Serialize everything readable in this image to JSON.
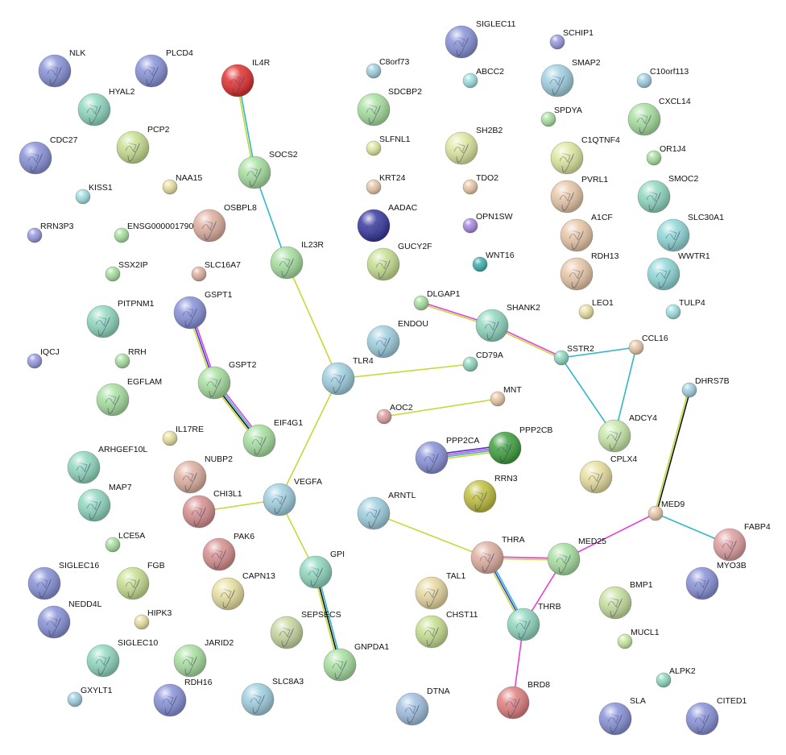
{
  "network": {
    "colors": {
      "neighborhood": "#4a4a4a",
      "experiment": "#e040e0",
      "database": "#30b8c8",
      "textmining": "#c8d838",
      "coexpression": "#111111",
      "homology": "#7b7bd8",
      "blue_evidence": "#3a3ad0"
    },
    "nodes": [
      {
        "id": "NLK",
        "label": "NLK",
        "color": "#8892d8",
        "size": "l"
      },
      {
        "id": "PLCD4",
        "label": "PLCD4",
        "color": "#8892d8",
        "size": "l"
      },
      {
        "id": "IL4R",
        "label": "IL4R",
        "color": "#e03030",
        "size": "l"
      },
      {
        "id": "HYAL2",
        "label": "HYAL2",
        "color": "#90d8c0",
        "size": "l"
      },
      {
        "id": "CDC27",
        "label": "CDC27",
        "color": "#8892d8",
        "size": "l"
      },
      {
        "id": "PCP2",
        "label": "PCP2",
        "color": "#c8e090",
        "size": "l"
      },
      {
        "id": "NAA15",
        "label": "NAA15",
        "color": "#e8e0a0",
        "size": "s"
      },
      {
        "id": "KISS1",
        "label": "KISS1",
        "color": "#a0e0e0",
        "size": "s"
      },
      {
        "id": "SOCS2",
        "label": "SOCS2",
        "color": "#a8e0a0",
        "size": "l"
      },
      {
        "id": "RRN3P3",
        "label": "RRN3P3",
        "color": "#9898e0",
        "size": "s"
      },
      {
        "id": "ENSG00000179038",
        "label": "ENSG00000179038",
        "color": "#a8e0a0",
        "size": "s"
      },
      {
        "id": "OSBPL8",
        "label": "OSBPL8",
        "color": "#e0b0a0",
        "size": "l"
      },
      {
        "id": "IL23R",
        "label": "IL23R",
        "color": "#a8e0a0",
        "size": "l"
      },
      {
        "id": "SSX2IP",
        "label": "SSX2IP",
        "color": "#a8e0a0",
        "size": "s"
      },
      {
        "id": "SLC16A7",
        "label": "SLC16A7",
        "color": "#e0b0a0",
        "size": "s"
      },
      {
        "id": "GSPT1",
        "label": "GSPT1",
        "color": "#8892d8",
        "size": "l"
      },
      {
        "id": "PITPNM1",
        "label": "PITPNM1",
        "color": "#90d8c0",
        "size": "l"
      },
      {
        "id": "RRH",
        "label": "RRH",
        "color": "#a8e0a0",
        "size": "s"
      },
      {
        "id": "IQCJ",
        "label": "IQCJ",
        "color": "#9898e0",
        "size": "s"
      },
      {
        "id": "GSPT2",
        "label": "GSPT2",
        "color": "#a8e0a0",
        "size": "l"
      },
      {
        "id": "EGFLAM",
        "label": "EGFLAM",
        "color": "#a8e0a0",
        "size": "l"
      },
      {
        "id": "EIF4G1",
        "label": "EIF4G1",
        "color": "#a8e0a0",
        "size": "l"
      },
      {
        "id": "IL17RE",
        "label": "IL17RE",
        "color": "#e8e0a0",
        "size": "s"
      },
      {
        "id": "ARHGEF10L",
        "label": "ARHGEF10L",
        "color": "#90d8c0",
        "size": "l"
      },
      {
        "id": "NUBP2",
        "label": "NUBP2",
        "color": "#e0b0a0",
        "size": "l"
      },
      {
        "id": "MAP7",
        "label": "MAP7",
        "color": "#90d8c0",
        "size": "l"
      },
      {
        "id": "CHI3L1",
        "label": "CHI3L1",
        "color": "#d89090",
        "size": "l"
      },
      {
        "id": "VEGFA",
        "label": "VEGFA",
        "color": "#a0d0e0",
        "size": "l"
      },
      {
        "id": "LCE5A",
        "label": "LCE5A",
        "color": "#a8e0a0",
        "size": "s"
      },
      {
        "id": "PAK6",
        "label": "PAK6",
        "color": "#d89090",
        "size": "l"
      },
      {
        "id": "SIGLEC16",
        "label": "SIGLEC16",
        "color": "#8892d8",
        "size": "l"
      },
      {
        "id": "FGB",
        "label": "FGB",
        "color": "#c8e090",
        "size": "l"
      },
      {
        "id": "CAPN13",
        "label": "CAPN13",
        "color": "#e8e0a0",
        "size": "l"
      },
      {
        "id": "GPI",
        "label": "GPI",
        "color": "#90d8c0",
        "size": "l"
      },
      {
        "id": "NEDD4L",
        "label": "NEDD4L",
        "color": "#8892d8",
        "size": "l"
      },
      {
        "id": "HIPK3",
        "label": "HIPK3",
        "color": "#e8e0a0",
        "size": "s"
      },
      {
        "id": "SEPSECS",
        "label": "SEPSECS",
        "color": "#c8d8a0",
        "size": "l"
      },
      {
        "id": "SIGLEC10",
        "label": "SIGLEC10",
        "color": "#90d8c0",
        "size": "l"
      },
      {
        "id": "JARID2",
        "label": "JARID2",
        "color": "#a8e0a0",
        "size": "l"
      },
      {
        "id": "GNPDA1",
        "label": "GNPDA1",
        "color": "#a8e0a0",
        "size": "l"
      },
      {
        "id": "GXYLT1",
        "label": "GXYLT1",
        "color": "#a0d0e0",
        "size": "s"
      },
      {
        "id": "RDH16",
        "label": "RDH16",
        "color": "#8892d8",
        "size": "l"
      },
      {
        "id": "SLC8A3",
        "label": "SLC8A3",
        "color": "#a0d0e0",
        "size": "l"
      },
      {
        "id": "SIGLEC11",
        "label": "SIGLEC11",
        "color": "#8892d8",
        "size": "l"
      },
      {
        "id": "SCHIP1",
        "label": "SCHIP1",
        "color": "#9898e0",
        "size": "s"
      },
      {
        "id": "C8orf73",
        "label": "C8orf73",
        "color": "#a0d0e0",
        "size": "s"
      },
      {
        "id": "ABCC2",
        "label": "ABCC2",
        "color": "#a0e0e0",
        "size": "s"
      },
      {
        "id": "SMAP2",
        "label": "SMAP2",
        "color": "#a0d0e0",
        "size": "l"
      },
      {
        "id": "C10orf113",
        "label": "C10orf113",
        "color": "#a0d0e0",
        "size": "s"
      },
      {
        "id": "SDCBP2",
        "label": "SDCBP2",
        "color": "#a8e0a0",
        "size": "l"
      },
      {
        "id": "SPDYA",
        "label": "SPDYA",
        "color": "#a8e0a0",
        "size": "s"
      },
      {
        "id": "CXCL14",
        "label": "CXCL14",
        "color": "#a8e0a0",
        "size": "l"
      },
      {
        "id": "SLFNL1",
        "label": "SLFNL1",
        "color": "#e0e8a0",
        "size": "s"
      },
      {
        "id": "SH2B2",
        "label": "SH2B2",
        "color": "#e0e8a0",
        "size": "l"
      },
      {
        "id": "C1QTNF4",
        "label": "C1QTNF4",
        "color": "#e0e8a0",
        "size": "l"
      },
      {
        "id": "OR1J4",
        "label": "OR1J4",
        "color": "#a8e0a0",
        "size": "s"
      },
      {
        "id": "KRT24",
        "label": "KRT24",
        "color": "#e8c8a8",
        "size": "s"
      },
      {
        "id": "TDO2",
        "label": "TDO2",
        "color": "#e8c8a8",
        "size": "s"
      },
      {
        "id": "PVRL1",
        "label": "PVRL1",
        "color": "#e8c8a8",
        "size": "l"
      },
      {
        "id": "SMOC2",
        "label": "SMOC2",
        "color": "#90d8c0",
        "size": "l"
      },
      {
        "id": "AADAC",
        "label": "AADAC",
        "color": "#3838a0",
        "size": "l"
      },
      {
        "id": "OPN1SW",
        "label": "OPN1SW",
        "color": "#a888e0",
        "size": "s"
      },
      {
        "id": "A1CF",
        "label": "A1CF",
        "color": "#e8c8a8",
        "size": "l"
      },
      {
        "id": "SLC30A1",
        "label": "SLC30A1",
        "color": "#90d8d8",
        "size": "l"
      },
      {
        "id": "GUCY2F",
        "label": "GUCY2F",
        "color": "#c8e090",
        "size": "l"
      },
      {
        "id": "WNT16",
        "label": "WNT16",
        "color": "#40b0b0",
        "size": "s"
      },
      {
        "id": "RDH13",
        "label": "RDH13",
        "color": "#e8c8a8",
        "size": "l"
      },
      {
        "id": "WWTR1",
        "label": "WWTR1",
        "color": "#90d8d8",
        "size": "l"
      },
      {
        "id": "DLGAP1",
        "label": "DLGAP1",
        "color": "#a8e0a0",
        "size": "s"
      },
      {
        "id": "SHANK2",
        "label": "SHANK2",
        "color": "#90d8c0",
        "size": "l"
      },
      {
        "id": "LEO1",
        "label": "LEO1",
        "color": "#e8e0a0",
        "size": "s"
      },
      {
        "id": "TULP4",
        "label": "TULP4",
        "color": "#a0e0e0",
        "size": "s"
      },
      {
        "id": "ENDOU",
        "label": "ENDOU",
        "color": "#a0d0e0",
        "size": "l"
      },
      {
        "id": "SSTR2",
        "label": "SSTR2",
        "color": "#90d8c0",
        "size": "s"
      },
      {
        "id": "CCL16",
        "label": "CCL16",
        "color": "#e8c8a8",
        "size": "s"
      },
      {
        "id": "TLR4",
        "label": "TLR4",
        "color": "#a0d0e0",
        "size": "l"
      },
      {
        "id": "CD79A",
        "label": "CD79A",
        "color": "#90d8c0",
        "size": "s"
      },
      {
        "id": "DHRS7B",
        "label": "DHRS7B",
        "color": "#a0d0e0",
        "size": "s"
      },
      {
        "id": "MNT",
        "label": "MNT",
        "color": "#e8c8a8",
        "size": "s"
      },
      {
        "id": "AOC2",
        "label": "AOC2",
        "color": "#e0a0a0",
        "size": "s"
      },
      {
        "id": "ADCY4",
        "label": "ADCY4",
        "color": "#c8e8a8",
        "size": "l"
      },
      {
        "id": "PPP2CA",
        "label": "PPP2CA",
        "color": "#8892d8",
        "size": "l"
      },
      {
        "id": "PPP2CB",
        "label": "PPP2CB",
        "color": "#40a040",
        "size": "l"
      },
      {
        "id": "CPLX4",
        "label": "CPLX4",
        "color": "#e8e0a0",
        "size": "l"
      },
      {
        "id": "RRN3",
        "label": "RRN3",
        "color": "#c0c040",
        "size": "l"
      },
      {
        "id": "ARNTL",
        "label": "ARNTL",
        "color": "#a0d0e0",
        "size": "l"
      },
      {
        "id": "MED9",
        "label": "MED9",
        "color": "#e8c8a8",
        "size": "s"
      },
      {
        "id": "FABP4",
        "label": "FABP4",
        "color": "#e0a0a0",
        "size": "l"
      },
      {
        "id": "THRA",
        "label": "THRA",
        "color": "#e0b0a0",
        "size": "l"
      },
      {
        "id": "MED25",
        "label": "MED25",
        "color": "#a8e0a0",
        "size": "l"
      },
      {
        "id": "MYO3B",
        "label": "MYO3B",
        "color": "#8892d8",
        "size": "l"
      },
      {
        "id": "TAL1",
        "label": "TAL1",
        "color": "#e8d8a0",
        "size": "l"
      },
      {
        "id": "BMP1",
        "label": "BMP1",
        "color": "#c8e0a0",
        "size": "l"
      },
      {
        "id": "THRB",
        "label": "THRB",
        "color": "#90d8c0",
        "size": "l"
      },
      {
        "id": "CHST11",
        "label": "CHST11",
        "color": "#c8e090",
        "size": "l"
      },
      {
        "id": "MUCL1",
        "label": "MUCL1",
        "color": "#c8e8a0",
        "size": "s"
      },
      {
        "id": "ALPK2",
        "label": "ALPK2",
        "color": "#90d8c0",
        "size": "s"
      },
      {
        "id": "DTNA",
        "label": "DTNA",
        "color": "#a0c0e0",
        "size": "l"
      },
      {
        "id": "BRD8",
        "label": "BRD8",
        "color": "#e08080",
        "size": "l"
      },
      {
        "id": "SLA",
        "label": "SLA",
        "color": "#8892d8",
        "size": "l"
      },
      {
        "id": "CITED1",
        "label": "CITED1",
        "color": "#8892d8",
        "size": "l"
      }
    ],
    "edges": [
      {
        "source": "IL4R",
        "target": "SOCS2",
        "types": [
          "database",
          "textmining"
        ]
      },
      {
        "source": "SOCS2",
        "target": "IL23R",
        "types": [
          "database"
        ]
      },
      {
        "source": "IL23R",
        "target": "TLR4",
        "types": [
          "textmining"
        ]
      },
      {
        "source": "TLR4",
        "target": "CD79A",
        "types": [
          "textmining"
        ]
      },
      {
        "source": "TLR4",
        "target": "VEGFA",
        "types": [
          "textmining"
        ]
      },
      {
        "source": "VEGFA",
        "target": "CHI3L1",
        "types": [
          "textmining"
        ]
      },
      {
        "source": "VEGFA",
        "target": "GPI",
        "types": [
          "textmining"
        ]
      },
      {
        "source": "GPI",
        "target": "GNPDA1",
        "types": [
          "database",
          "coexpression",
          "textmining"
        ]
      },
      {
        "source": "GSPT1",
        "target": "GSPT2",
        "types": [
          "experiment",
          "blue_evidence",
          "textmining"
        ]
      },
      {
        "source": "GSPT2",
        "target": "EIF4G1",
        "types": [
          "experiment",
          "database",
          "coexpression",
          "textmining"
        ]
      },
      {
        "source": "DLGAP1",
        "target": "SHANK2",
        "types": [
          "experiment",
          "textmining"
        ]
      },
      {
        "source": "SHANK2",
        "target": "SSTR2",
        "types": [
          "experiment",
          "textmining"
        ]
      },
      {
        "source": "SSTR2",
        "target": "CCL16",
        "types": [
          "database"
        ]
      },
      {
        "source": "SSTR2",
        "target": "ADCY4",
        "types": [
          "database"
        ]
      },
      {
        "source": "CCL16",
        "target": "ADCY4",
        "types": [
          "database"
        ]
      },
      {
        "source": "AOC2",
        "target": "MNT",
        "types": [
          "textmining"
        ]
      },
      {
        "source": "PPP2CA",
        "target": "PPP2CB",
        "types": [
          "blue_evidence",
          "experiment",
          "database",
          "textmining"
        ]
      },
      {
        "source": "DHRS7B",
        "target": "MED9",
        "types": [
          "coexpression",
          "textmining"
        ]
      },
      {
        "source": "MED9",
        "target": "FABP4",
        "types": [
          "database"
        ]
      },
      {
        "source": "MED9",
        "target": "MED25",
        "types": [
          "experiment"
        ]
      },
      {
        "source": "ARNTL",
        "target": "THRA",
        "types": [
          "textmining"
        ]
      },
      {
        "source": "THRA",
        "target": "MED25",
        "types": [
          "experiment",
          "textmining"
        ]
      },
      {
        "source": "THRA",
        "target": "THRB",
        "types": [
          "database",
          "blue_evidence",
          "textmining"
        ]
      },
      {
        "source": "MED25",
        "target": "THRB",
        "types": [
          "experiment"
        ]
      },
      {
        "source": "THRB",
        "target": "BRD8",
        "types": [
          "experiment"
        ]
      }
    ]
  }
}
